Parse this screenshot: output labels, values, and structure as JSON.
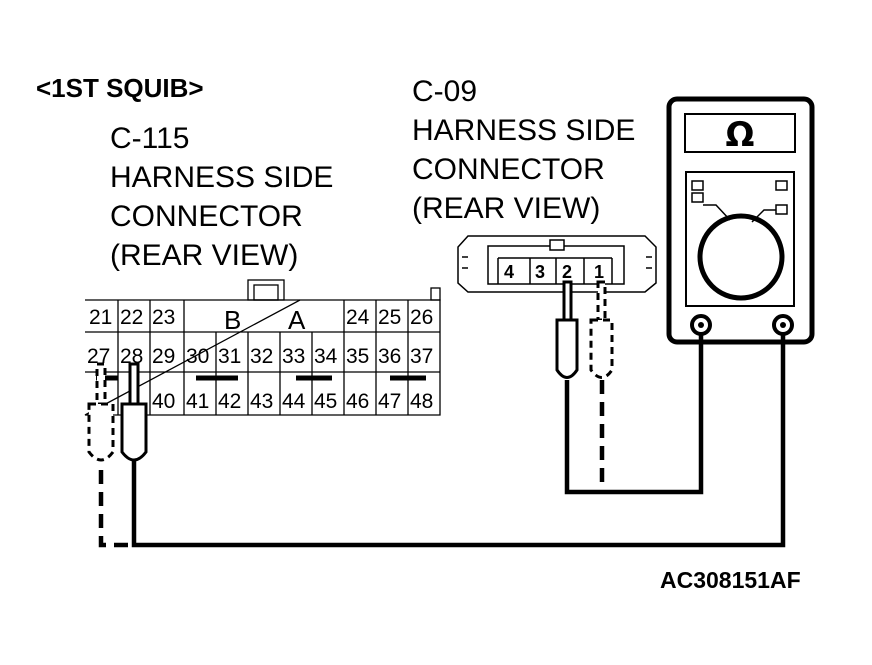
{
  "squib_label": "<1ST SQUIB>",
  "left_connector": {
    "code": "C-115",
    "line1": "HARNESS SIDE",
    "line2": "CONNECTOR",
    "line3": "(REAR VIEW)",
    "row1_pins": [
      "21",
      "22",
      "23",
      "24",
      "25",
      "26"
    ],
    "section_labels": [
      "B",
      "A"
    ],
    "row2_pins": [
      "27",
      "28",
      "29",
      "30",
      "31",
      "32",
      "33",
      "34",
      "35",
      "36",
      "37"
    ],
    "row3_pins": [
      "40",
      "41",
      "42",
      "43",
      "44",
      "45",
      "46",
      "47",
      "48"
    ]
  },
  "right_connector": {
    "code": "C-09",
    "line1": "HARNESS SIDE",
    "line2": "CONNECTOR",
    "line3": "(REAR VIEW)",
    "pins": [
      "4",
      "3",
      "2",
      "1"
    ]
  },
  "meter": {
    "unit_symbol": "Ω"
  },
  "figure_code": "AC308151AF"
}
